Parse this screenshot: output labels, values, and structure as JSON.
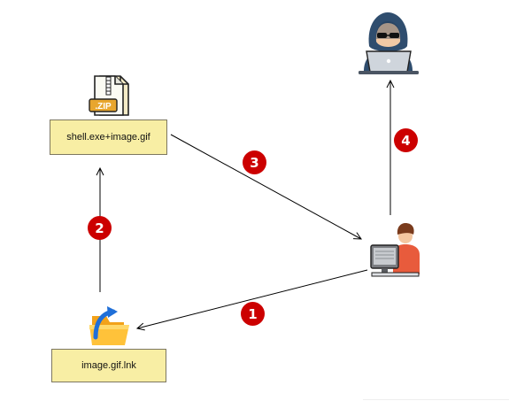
{
  "nodes": {
    "zip_archive": {
      "icon": "zip-file-icon",
      "icon_text": ".ZIP",
      "label": "shell.exe+image.gif"
    },
    "shortcut_file": {
      "icon": "shortcut-folder-icon",
      "label": "image.gif.lnk"
    },
    "victim": {
      "icon": "user-at-computer-icon"
    },
    "attacker": {
      "icon": "hacker-laptop-icon"
    }
  },
  "steps": [
    {
      "number": "1",
      "from": "victim",
      "to": "shortcut_file"
    },
    {
      "number": "2",
      "from": "shortcut_file",
      "to": "zip_archive"
    },
    {
      "number": "3",
      "from": "zip_archive",
      "to": "victim"
    },
    {
      "number": "4",
      "from": "victim",
      "to": "attacker"
    }
  ],
  "colors": {
    "badge": "#cc0000",
    "label_fill": "#f8eea4",
    "arrow": "#000000"
  }
}
